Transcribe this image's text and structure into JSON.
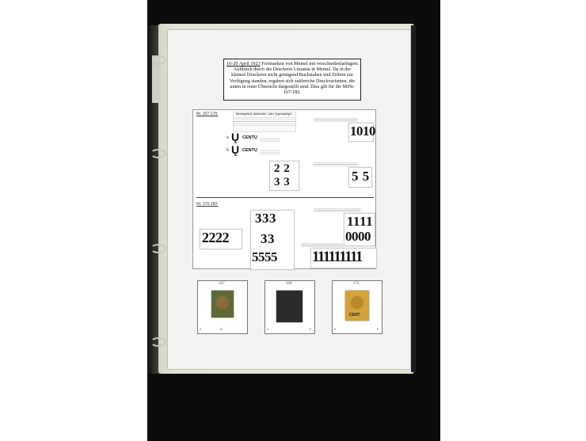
{
  "header": {
    "date": "16-20 April 1923",
    "text": "Freimarken von Memel mit verschiedenfarbigem Aufdruck durch die Druckerei Lituania in Memel. Da in der kleinen Druckerei nicht genügend Buchstaben und Ziffern zur Verfügung standen, ergaben sich zahlreiche Druckvarianten, die unten in einer Übersicht dargestellt sind. Dies gilt für die MiNr. 167-182."
  },
  "section_top": {
    "label": "Nr. 167-175:",
    "note_title": "Memelgebiet: Aufdrucke - inter Typenspiegel -",
    "cent_a": "CENTŲ",
    "cent_b": "CENTŲ",
    "letters": [
      "a",
      "b"
    ],
    "u_glyph": "Ų",
    "digits_22": "2 2",
    "digits_33": "3 3",
    "digits_1010": "1010",
    "digits_55": "5 5"
  },
  "section_bottom": {
    "label": "Nr. 176-182:",
    "digits_333": "333",
    "digits_2222": "2222",
    "digits_33": "33",
    "digits_5555": "5555",
    "digits_1111": "1111",
    "digits_0000": "0000",
    "digits_ones": "111111111"
  },
  "mounts": [
    {
      "number": "167",
      "foot_left": "X",
      "foot_right": "A",
      "stamp_color": "#5d6a38",
      "stamp_text": ""
    },
    {
      "number": "168",
      "foot_left": "X",
      "foot_right": "F",
      "stamp_color": "#2b2b2b",
      "stamp_text": ""
    },
    {
      "number": "176",
      "foot_left": "X",
      "foot_right": "F",
      "stamp_color": "#d2a33a",
      "stamp_text": "CENT"
    }
  ]
}
